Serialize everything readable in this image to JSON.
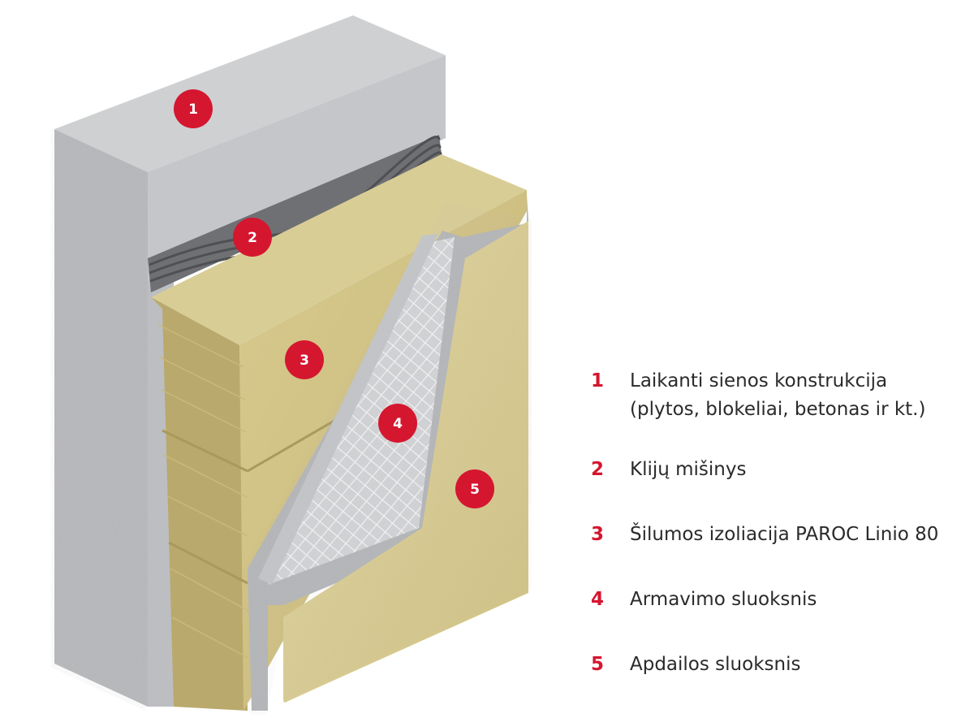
{
  "colors": {
    "accent": "#d5162f",
    "concrete": "#c9cacc",
    "insulation": "#d3c48a",
    "render": "#dccf98",
    "text": "#2a2a2a"
  },
  "markers": [
    {
      "num": "1"
    },
    {
      "num": "2"
    },
    {
      "num": "3"
    },
    {
      "num": "4"
    },
    {
      "num": "5"
    }
  ],
  "legend": [
    {
      "num": "1",
      "line1": "Laikanti sienos konstrukcija",
      "line2": "(plytos, blokeliai, betonas ir kt.)"
    },
    {
      "num": "2",
      "line1": "Klijų mišinys",
      "line2": ""
    },
    {
      "num": "3",
      "line1": "Šilumos izoliacija PAROC Linio 80",
      "line2": ""
    },
    {
      "num": "4",
      "line1": "Armavimo sluoksnis",
      "line2": ""
    },
    {
      "num": "5",
      "line1": "Apdailos sluoksnis",
      "line2": ""
    }
  ]
}
